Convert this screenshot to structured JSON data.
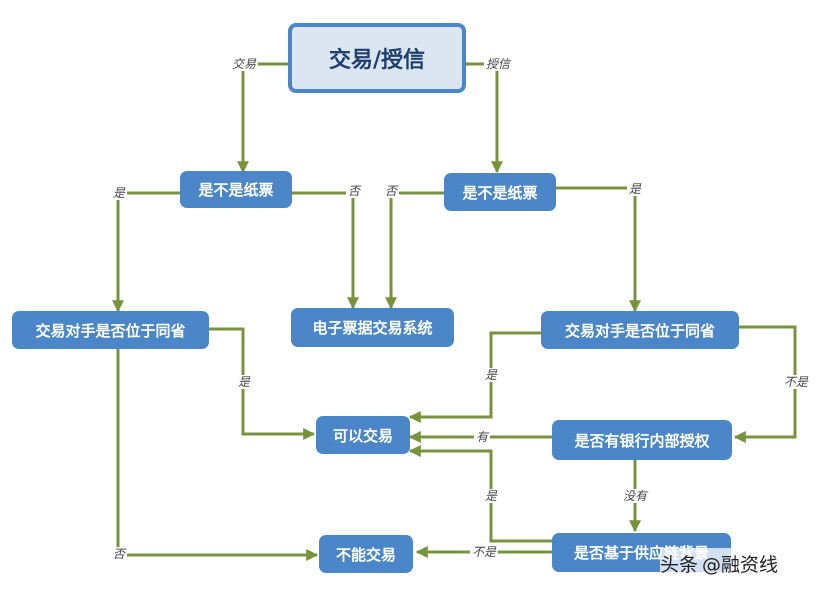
{
  "nodes": {
    "root": "交易/授信",
    "paper_left": "是不是纸票",
    "paper_right": "是不是纸票",
    "same_prov_left": "交易对手是否位于同省",
    "electronic": "电子票据交易系统",
    "same_prov_right": "交易对手是否位于同省",
    "can_trade": "可以交易",
    "bank_auth": "是否有银行内部授权",
    "cannot_trade": "不能交易",
    "supply_chain": "是否基于供应链背景"
  },
  "edge_labels": {
    "trade": "交易",
    "credit": "授信",
    "yes_left_paper": "是",
    "no_left_paper": "否",
    "no_right_paper": "否",
    "yes_right_paper": "是",
    "yes_left_prov": "是",
    "no_left_prov": "否",
    "yes_right_prov": "是",
    "notyes_right_prov": "不是",
    "has_auth": "有",
    "no_auth": "没有",
    "yes_supply": "是",
    "notyes_supply": "不是"
  },
  "watermark": {
    "platform": "头条",
    "account": "@融资线"
  },
  "colors": {
    "node_fill": "#4a86c8",
    "root_fill": "#dce6f2",
    "arrow": "#77933c"
  }
}
